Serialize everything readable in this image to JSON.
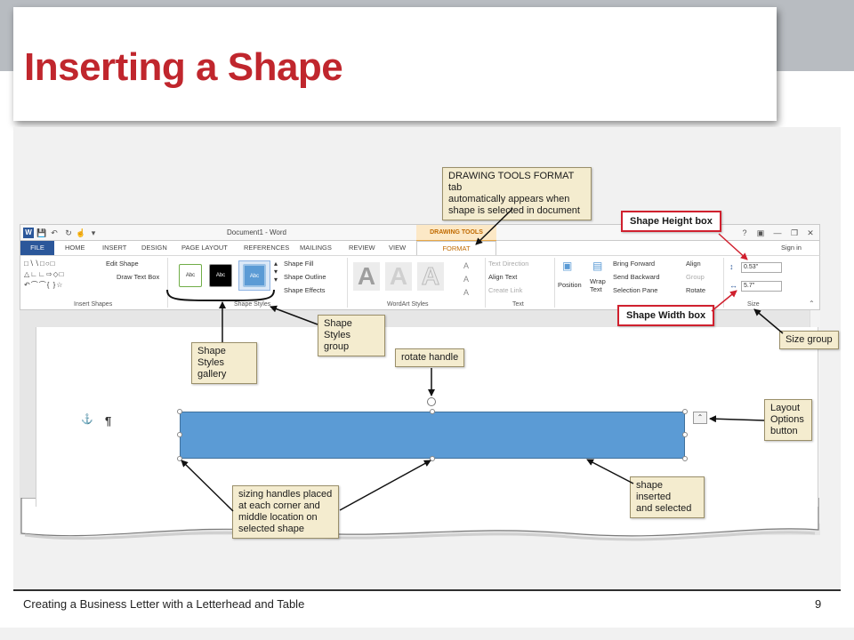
{
  "slide": {
    "title": "Inserting a Shape",
    "footer_text": "Creating a Business Letter with a Letterhead and Table",
    "page_number": "9"
  },
  "word": {
    "window_title": "Document1 - Word",
    "contextual_tab_header": "DRAWING TOOLS",
    "help": "?",
    "sign_in": "Sign in",
    "tabs": [
      "FILE",
      "HOME",
      "INSERT",
      "DESIGN",
      "PAGE LAYOUT",
      "REFERENCES",
      "MAILINGS",
      "REVIEW",
      "VIEW",
      "FORMAT"
    ],
    "ribbon": {
      "insert_shapes": {
        "edit_shape": "Edit Shape",
        "draw_text_box": "Draw Text Box",
        "label": "Insert Shapes"
      },
      "shape_styles": {
        "gallery": [
          "Abc",
          "Abc",
          "Abc"
        ],
        "shape_fill": "Shape Fill",
        "shape_outline": "Shape Outline",
        "shape_effects": "Shape Effects",
        "label": "Shape Styles"
      },
      "wordart_styles": {
        "letters": [
          "A",
          "A",
          "A"
        ],
        "label": "WordArt Styles"
      },
      "text": {
        "text_direction": "Text Direction",
        "align_text": "Align Text",
        "create_link": "Create Link",
        "label": "Text"
      },
      "arrange": {
        "position": "Position",
        "wrap_text_1": "Wrap",
        "wrap_text_2": "Text",
        "bring_forward": "Bring Forward",
        "send_backward": "Send Backward",
        "selection_pane": "Selection Pane",
        "align": "Align",
        "group": "Group",
        "rotate": "Rotate"
      },
      "size": {
        "height_value": "0.53\"",
        "width_value": "5.7\"",
        "label": "Size"
      }
    }
  },
  "callouts": {
    "drawing_tools": [
      "DRAWING TOOLS FORMAT tab",
      "automatically appears when",
      "shape is selected in document"
    ],
    "shape_height": "Shape Height box",
    "shape_width": "Shape Width box",
    "size_group": "Size group",
    "shape_styles_group": [
      "Shape Styles",
      "group"
    ],
    "shape_styles_gallery": [
      "Shape Styles",
      "gallery"
    ],
    "rotate_handle": "rotate handle",
    "layout_options": [
      "Layout",
      "Options",
      "button"
    ],
    "shape_inserted": [
      "shape inserted",
      "and selected"
    ],
    "sizing_handles": [
      "sizing handles placed",
      "at each corner and",
      "middle location on",
      "selected shape"
    ]
  },
  "colors": {
    "title_red": "#c0262d",
    "word_blue": "#2b579a",
    "shape_blue": "#5b9bd5",
    "callout_bg": "#f4eccf",
    "callout_red_border": "#d0202e"
  }
}
